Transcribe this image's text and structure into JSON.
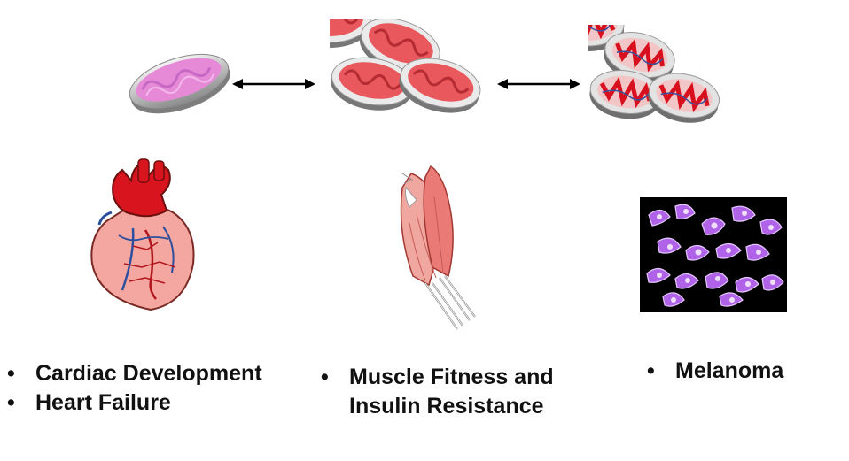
{
  "diagram": {
    "icons": {
      "single_mitochondrion": "mitochondrion-icon",
      "cluster_medium": "mitochondria-cluster-icon",
      "cluster_dense": "mitochondria-network-icon",
      "heart": "heart-icon",
      "muscle": "muscle-icon",
      "melanoma": "melanoma-cells-icon"
    },
    "arrows": [
      "double-headed-arrow",
      "double-headed-arrow"
    ],
    "columns": [
      {
        "items": [
          "Cardiac Development",
          "Heart Failure"
        ]
      },
      {
        "items": [
          "Muscle Fitness and\nInsulin Resistance"
        ]
      },
      {
        "items": [
          "Melanoma"
        ]
      }
    ],
    "colors": {
      "mito_pink": "#e68ad8",
      "mito_red": "#e8585c",
      "heart_pink": "#f4a7a0",
      "heart_red": "#d8141f",
      "vessel_blue": "#2b4f9e",
      "melanoma_purple": "#b063e8",
      "background": "#ffffff"
    }
  }
}
